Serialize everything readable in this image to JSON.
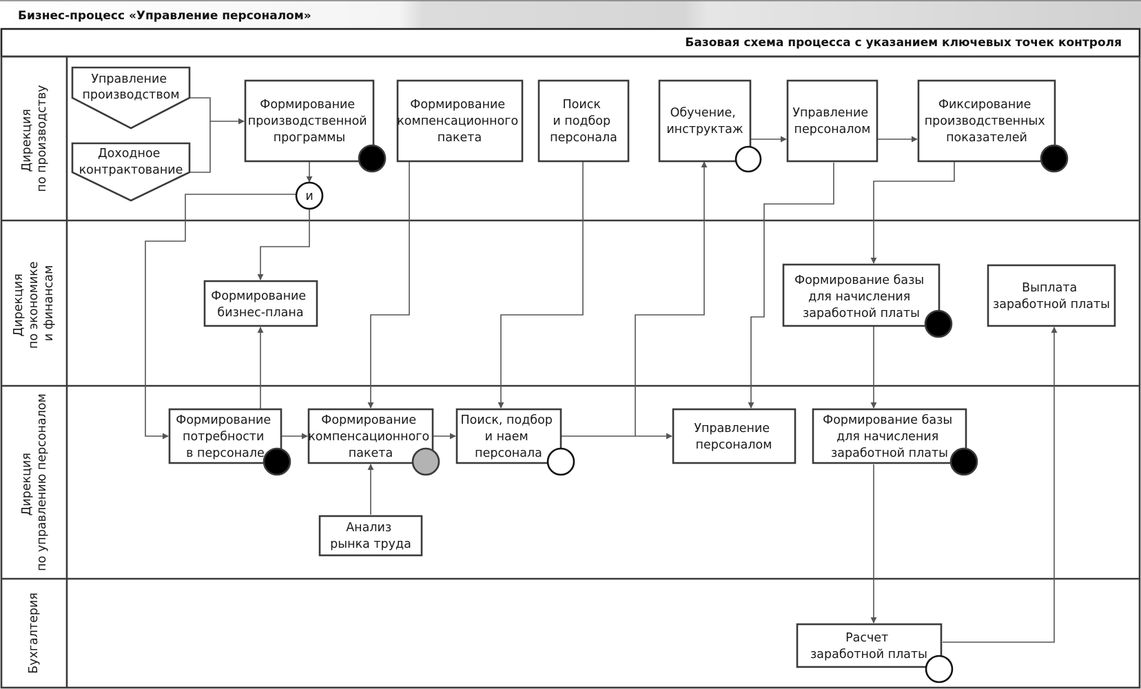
{
  "header": {
    "title": "Бизнес-процесс «Управление персоналом»",
    "subtitle": "Базовая схема процесса с указанием ключевых точек контроля"
  },
  "lanes": [
    {
      "id": "prod",
      "label": [
        "Дирекция",
        "по производству"
      ]
    },
    {
      "id": "econ",
      "label": [
        "Дирекция",
        "по экономике",
        "и финансам"
      ]
    },
    {
      "id": "hr",
      "label": [
        "Дирекция",
        "по управлению персоналом"
      ]
    },
    {
      "id": "acct",
      "label": [
        "Бухгалтерия"
      ]
    }
  ],
  "inputs": [
    {
      "id": "in-prod-mgmt",
      "lines": [
        "Управление",
        "производством"
      ]
    },
    {
      "id": "in-income",
      "lines": [
        "Доходное",
        "контрактование"
      ]
    }
  ],
  "nodes": [
    {
      "id": "n-prod-program",
      "lines": [
        "Формирование",
        "производственной",
        "программы"
      ],
      "marker": "black"
    },
    {
      "id": "n-comp-package-top",
      "lines": [
        "Формирование",
        "компенсационного",
        "пакета"
      ],
      "marker": "none"
    },
    {
      "id": "n-search-top",
      "lines": [
        "Поиск",
        "и подбор",
        "персонала"
      ],
      "marker": "none"
    },
    {
      "id": "n-training",
      "lines": [
        "Обучение,",
        "инструктаж"
      ],
      "marker": "white"
    },
    {
      "id": "n-hr-mgmt-top",
      "lines": [
        "Управление",
        "персоналом"
      ],
      "marker": "none"
    },
    {
      "id": "n-prod-indicators",
      "lines": [
        "Фиксирование",
        "производственных",
        "показателей"
      ],
      "marker": "black"
    },
    {
      "id": "n-business-plan",
      "lines": [
        "Формирование",
        "бизнес-плана"
      ],
      "marker": "none"
    },
    {
      "id": "n-payroll-base-econ",
      "lines": [
        "Формирование базы",
        "для начисления",
        "заработной платы"
      ],
      "marker": "black"
    },
    {
      "id": "n-salary-payment",
      "lines": [
        "Выплата",
        "заработной платы"
      ],
      "marker": "none"
    },
    {
      "id": "n-staff-needs",
      "lines": [
        "Формирование",
        "потребности",
        "в персонале"
      ],
      "marker": "black"
    },
    {
      "id": "n-comp-package-hr",
      "lines": [
        "Формирование",
        "компенсационного",
        "пакета"
      ],
      "marker": "gray"
    },
    {
      "id": "n-hiring",
      "lines": [
        "Поиск, подбор",
        "и наем",
        "персонала"
      ],
      "marker": "white"
    },
    {
      "id": "n-hr-mgmt-hr",
      "lines": [
        "Управление",
        "персоналом"
      ],
      "marker": "none"
    },
    {
      "id": "n-payroll-base-hr",
      "lines": [
        "Формирование базы",
        "для начисления",
        "заработной платы"
      ],
      "marker": "black"
    },
    {
      "id": "n-labor-market",
      "lines": [
        "Анализ",
        "рынка труда"
      ],
      "marker": "none"
    },
    {
      "id": "n-salary-calc",
      "lines": [
        "Расчет",
        "заработной платы"
      ],
      "marker": "white"
    }
  ],
  "gateway": {
    "id": "g-and",
    "label": "и"
  },
  "colors": {
    "marker_black": "#000000",
    "marker_gray": "#b3b3b3",
    "marker_white": "#ffffff",
    "stroke": "#3a3a3a",
    "edge": "#555555"
  }
}
